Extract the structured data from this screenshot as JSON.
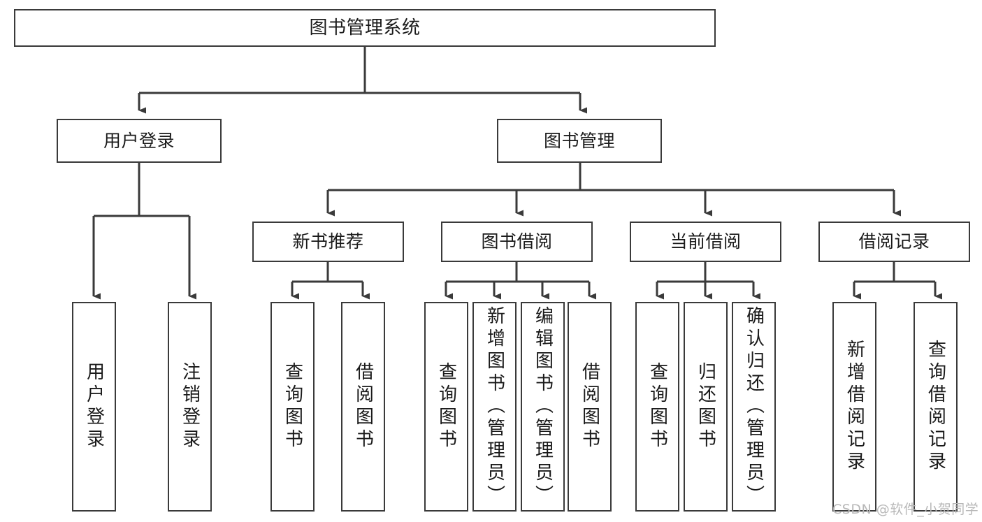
{
  "diagram": {
    "title_box": {
      "label": "图书管理系统"
    },
    "level2": [
      {
        "id": "user-login",
        "label": "用户登录"
      },
      {
        "id": "book-management",
        "label": "图书管理"
      }
    ],
    "level3": [
      {
        "id": "new-book-recommend",
        "label": "新书推荐"
      },
      {
        "id": "book-borrow",
        "label": "图书借阅"
      },
      {
        "id": "current-borrow",
        "label": "当前借阅"
      },
      {
        "id": "borrow-record",
        "label": "借阅记录"
      }
    ],
    "leaves": {
      "user_login": [
        {
          "id": "leaf-user-login",
          "label": "用户登录"
        },
        {
          "id": "leaf-logout-login",
          "label": "注销登录"
        }
      ],
      "new_book_recommend": [
        {
          "id": "leaf-query-book-1",
          "label": "查询图书"
        },
        {
          "id": "leaf-borrow-book-1",
          "label": "借阅图书"
        }
      ],
      "book_borrow": [
        {
          "id": "leaf-query-book-2",
          "label": "查询图书"
        },
        {
          "id": "leaf-add-book-admin",
          "label": "新增图书（管理员）"
        },
        {
          "id": "leaf-edit-book-admin",
          "label": "编辑图书（管理员）"
        },
        {
          "id": "leaf-borrow-book-2",
          "label": "借阅图书"
        }
      ],
      "current_borrow": [
        {
          "id": "leaf-query-book-3",
          "label": "查询图书"
        },
        {
          "id": "leaf-return-book",
          "label": "归还图书"
        },
        {
          "id": "leaf-confirm-return-admin",
          "label": "确认归还（管理员）"
        }
      ],
      "borrow_record": [
        {
          "id": "leaf-add-borrow-record",
          "label": "新增借阅记录"
        },
        {
          "id": "leaf-query-borrow-record",
          "label": "查询借阅记录"
        }
      ]
    }
  },
  "watermark": {
    "text": "CSDN @软件_小贺同学"
  },
  "colors": {
    "background": "#ffffff",
    "box_border": "#3a3a3a",
    "connector": "#3a3a3a",
    "text": "#1a1a1a",
    "watermark": "#b8b8b8"
  }
}
